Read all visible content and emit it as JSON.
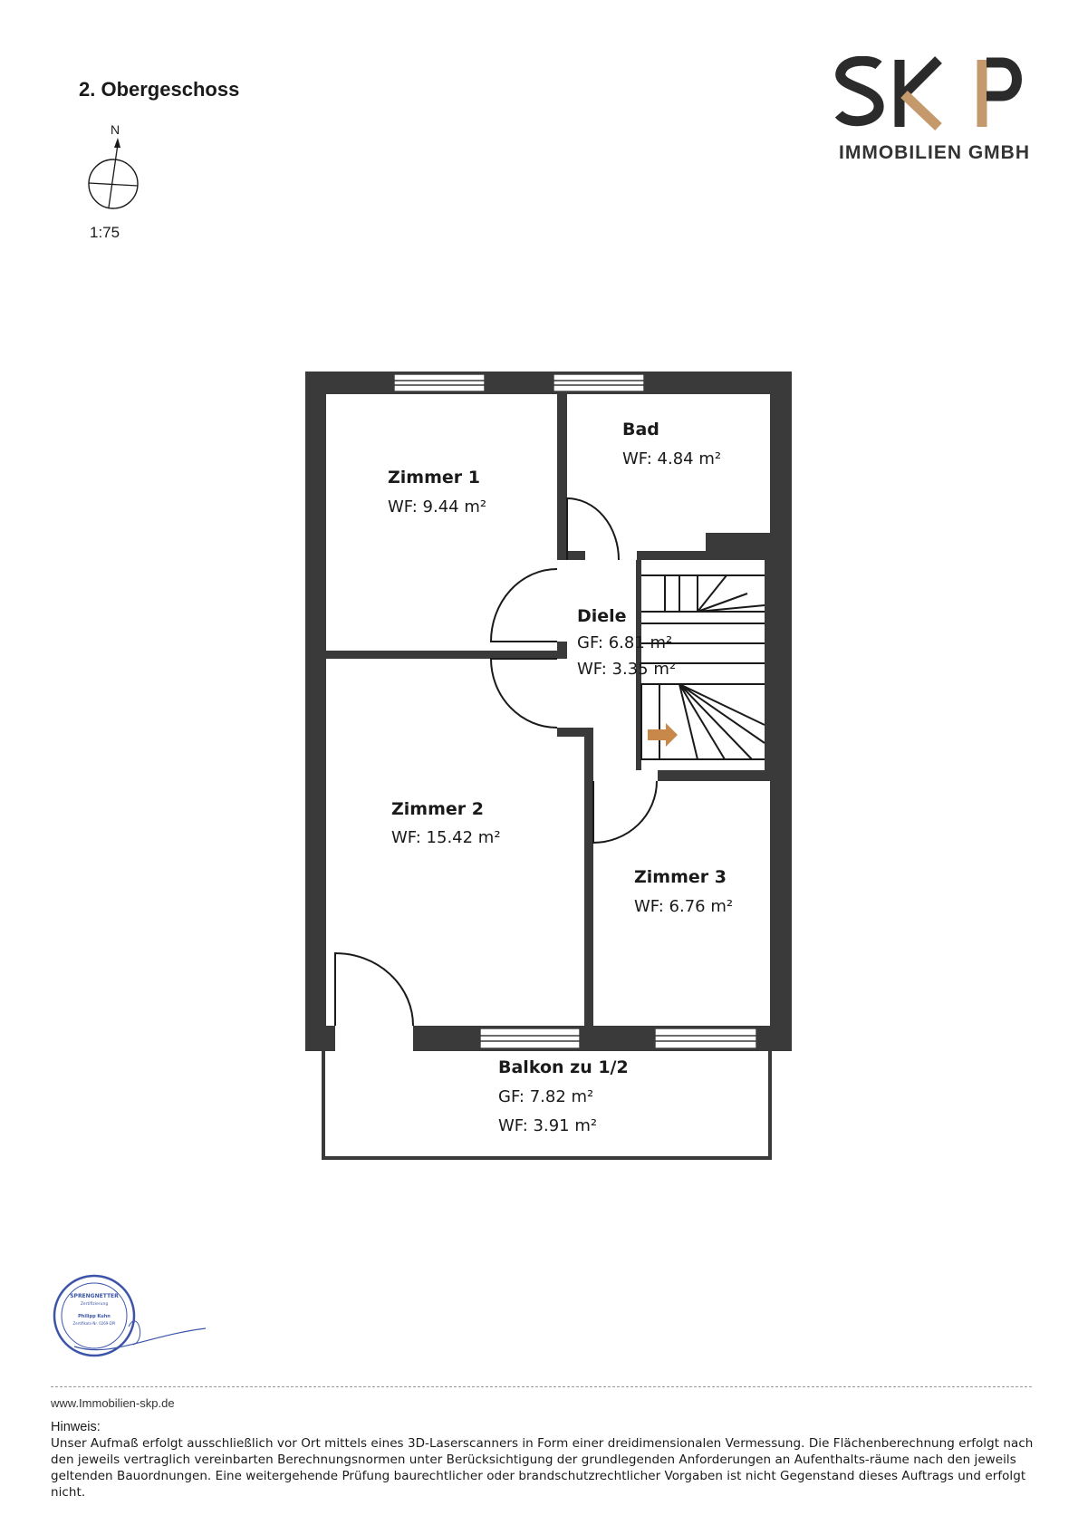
{
  "header": {
    "floor_title": "2. Obergeschoss",
    "compass_north": "N",
    "scale": "1:75"
  },
  "logo": {
    "letters": "SKP",
    "subtitle": "IMMOBILIEN GMBH",
    "colors": {
      "dark": "#2b2b2b",
      "accent": "#c49a6c"
    }
  },
  "floorplan": {
    "wall_color": "#3a3a3a",
    "arrow_color": "#c8884a",
    "rooms": {
      "zimmer1": {
        "name": "Zimmer 1",
        "areas": [
          "WF: 9.44 m²"
        ]
      },
      "bad": {
        "name": "Bad",
        "areas": [
          "WF: 4.84 m²"
        ]
      },
      "diele": {
        "name": "Diele",
        "areas": [
          "GF: 6.81 m²",
          "WF: 3.35 m²"
        ]
      },
      "zimmer2": {
        "name": "Zimmer 2",
        "areas": [
          "WF: 15.42 m²"
        ]
      },
      "zimmer3": {
        "name": "Zimmer 3",
        "areas": [
          "WF: 6.76 m²"
        ]
      },
      "balkon": {
        "name": "Balkon zu 1/2",
        "areas": [
          "GF: 7.82 m²",
          "WF: 3.91 m²"
        ]
      }
    }
  },
  "seal": {
    "top_text": "SPRENGNETTER",
    "line1": "Zertifizierung",
    "name": "Philipp Kuhn",
    "cert": "Zertifikats-Nr. 0269-DPI"
  },
  "footer": {
    "url": "www.Immobilien-skp.de",
    "note_heading": "Hinweis:",
    "note_text": "Unser Aufmaß erfolgt ausschließlich vor Ort mittels eines 3D-Laserscanners in Form einer dreidimensionalen Vermessung. Die Flächenberechnung erfolgt nach den jeweils vertraglich vereinbarten Berechnungsnormen unter Berücksichtigung der grundlegenden Anforderungen an Aufenthalts-räume nach den jeweils geltenden Bauordnungen. Eine weitergehende Prüfung baurechtlicher oder brandschutzrechtlicher Vorgaben ist nicht Gegenstand dieses Auftrags und erfolgt nicht."
  }
}
